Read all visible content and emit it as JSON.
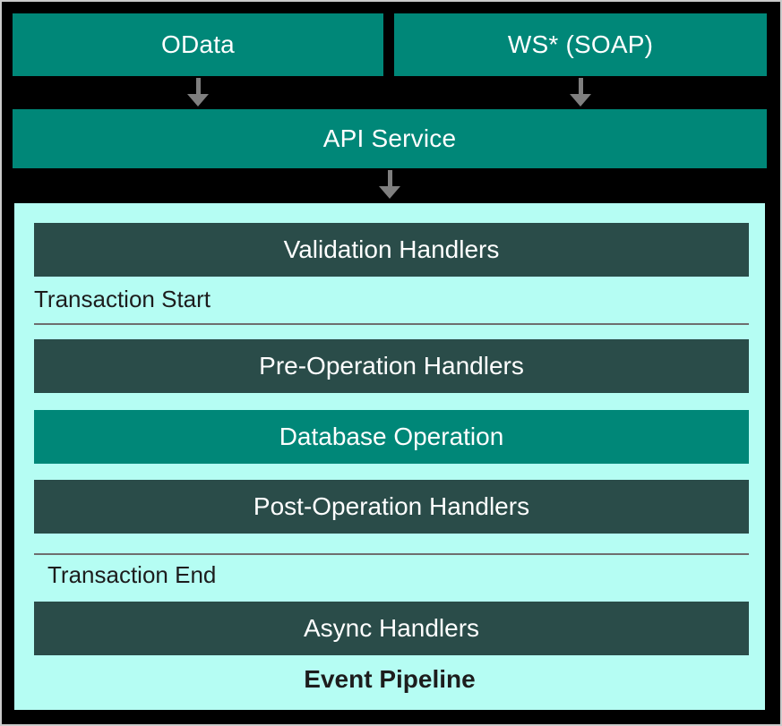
{
  "colors": {
    "teal": "#008778",
    "dark": "#2a4c49",
    "cyan": "#b5fdf3",
    "arrow": "#7f7f7f",
    "line": "#6e6e6e",
    "text_dark": "#1d1d1d",
    "border": "#cacaca"
  },
  "sources": {
    "odata": "OData",
    "soap": "WS* (SOAP)"
  },
  "api_service": "API Service",
  "pipeline": {
    "title": "Event Pipeline",
    "transaction_start": "Transaction Start",
    "transaction_end": "Transaction End",
    "stages": {
      "validation": "Validation Handlers",
      "pre_operation": "Pre-Operation Handlers",
      "database": "Database Operation",
      "post_operation": "Post-Operation Handlers",
      "async": "Async Handlers"
    }
  }
}
